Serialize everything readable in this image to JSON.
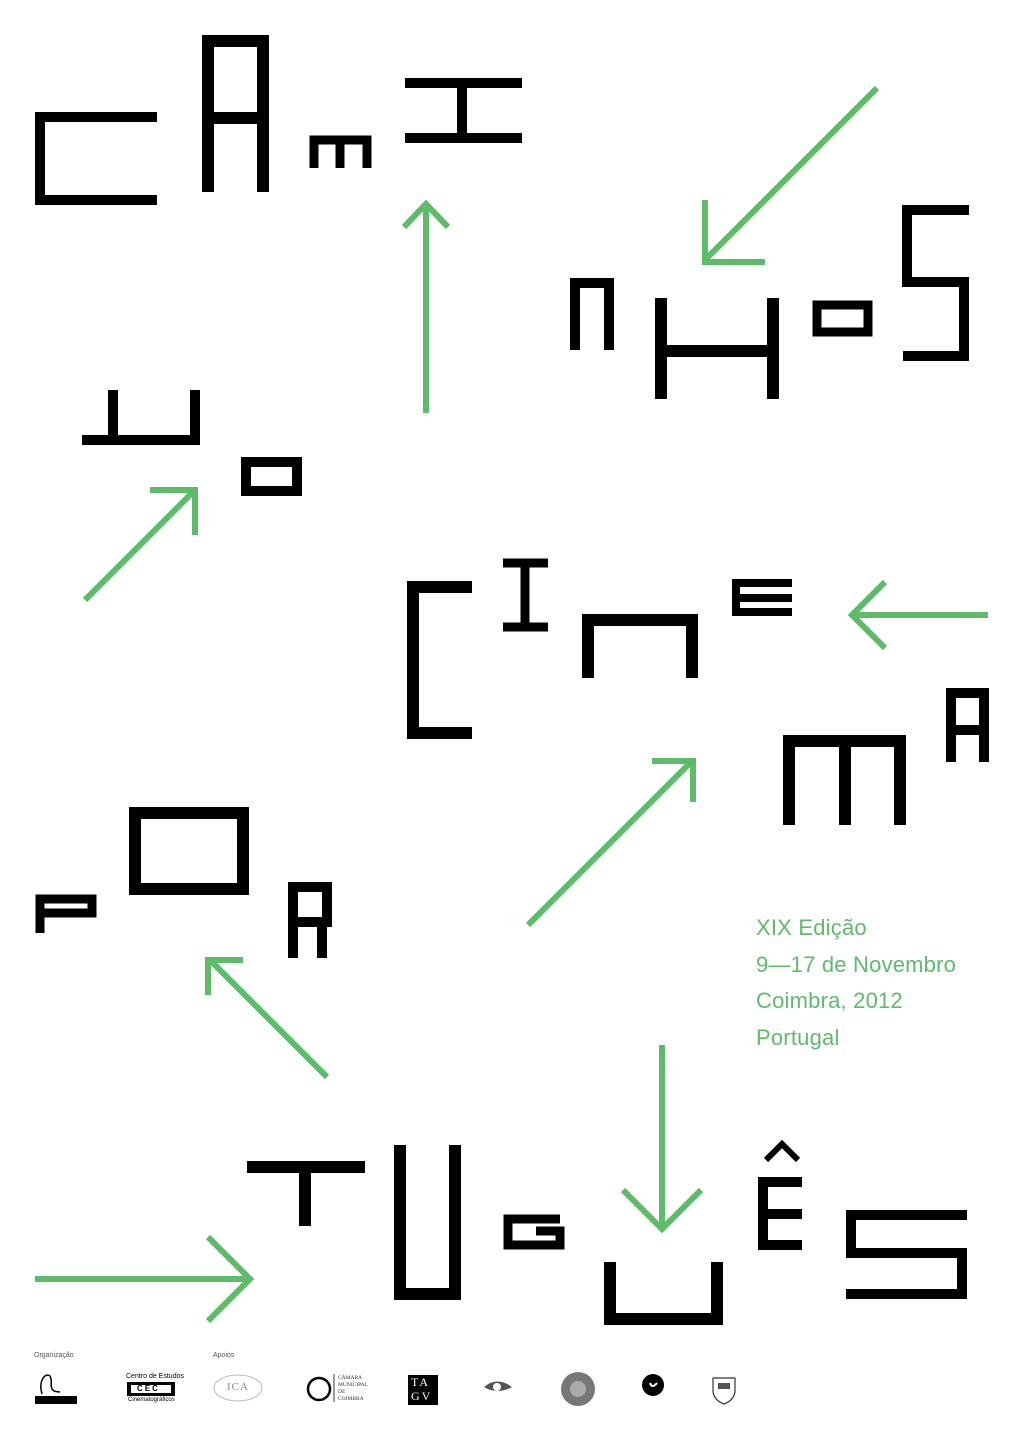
{
  "title_letters": [
    "C",
    "A",
    "M",
    "I",
    "N",
    "H",
    "O",
    "S",
    "D",
    "O",
    "C",
    "I",
    "N",
    "E",
    "M",
    "A",
    "P",
    "O",
    "R",
    "T",
    "U",
    "G",
    "U",
    "Ê",
    "S"
  ],
  "info": {
    "line1": "XIX Edição",
    "line2": "9—17 de Novembro",
    "line3": "Coimbra, 2012",
    "line4": "Portugal"
  },
  "footer": {
    "organizacao_label": "Organização",
    "apoios_label": "Apoios",
    "ceo_line1": "Centro de Estudos",
    "ceo_mark": "CEC",
    "ceo_line2": "Cinematográficos",
    "ica_mark": "ICA",
    "camara_mark": "CÂMARA MUNICIPAL DE COIMBRA",
    "tagv_line1": "TA",
    "tagv_line2": "GV"
  },
  "colors": {
    "letters": "#000000",
    "arrows": "#5dbb6a",
    "info_text": "#5dbb6a",
    "background": "#ffffff"
  }
}
